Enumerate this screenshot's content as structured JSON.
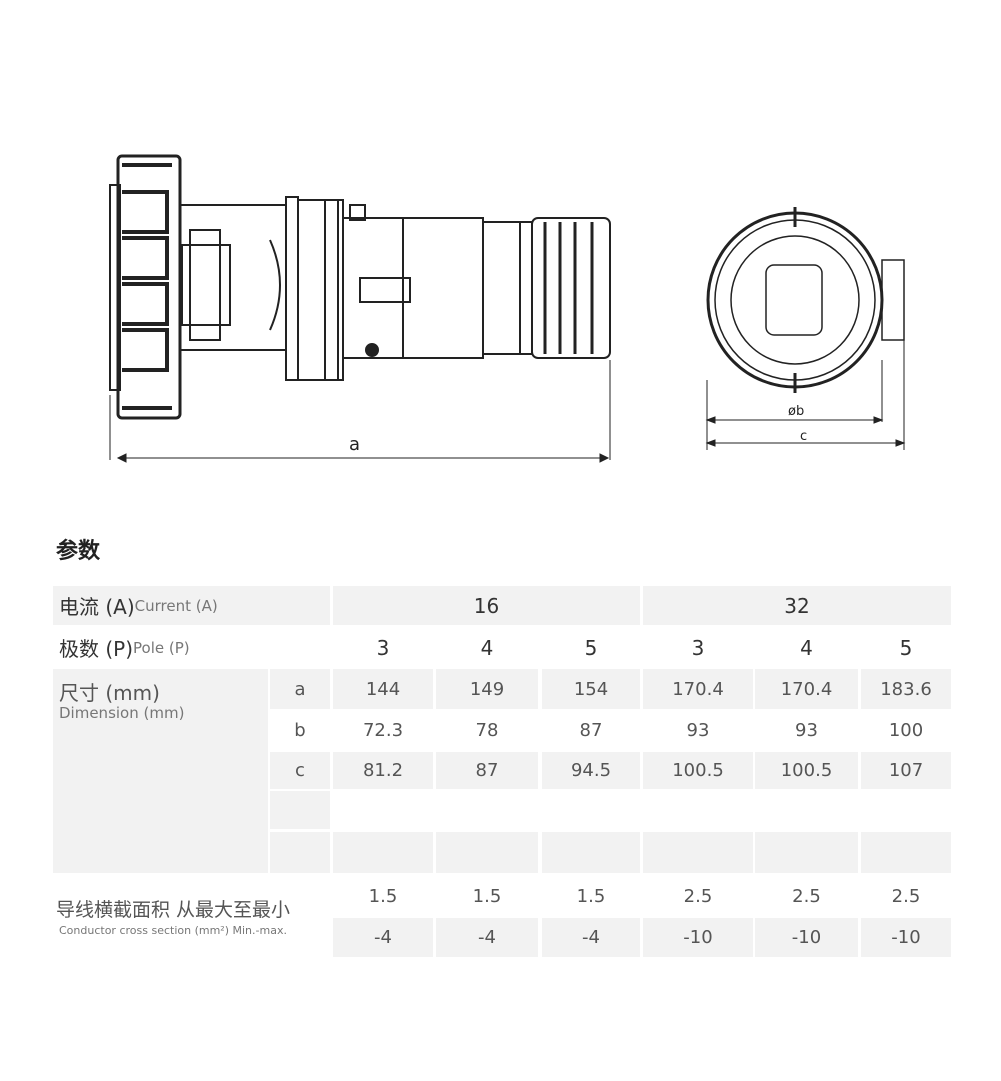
{
  "drawing": {
    "dim_a": "a",
    "dim_b": "øb",
    "dim_c": "c"
  },
  "section_title": "参数",
  "table": {
    "current_label_cn": "电流 (A)",
    "current_label_en": "Current (A)",
    "currents": [
      "16",
      "32"
    ],
    "pole_label_cn": "极数 (P)",
    "pole_label_en": "Pole (P)",
    "poles": [
      "3",
      "4",
      "5",
      "3",
      "4",
      "5"
    ],
    "dim_label_cn": "尺寸 (mm)",
    "dim_label_en": "Dimension (mm)",
    "dims": [
      {
        "key": "a",
        "values": [
          "144",
          "149",
          "154",
          "170.4",
          "170.4",
          "183.6"
        ]
      },
      {
        "key": "b",
        "values": [
          "72.3",
          "78",
          "87",
          "93",
          "93",
          "100"
        ]
      },
      {
        "key": "c",
        "values": [
          "81.2",
          "87",
          "94.5",
          "100.5",
          "100.5",
          "107"
        ]
      }
    ],
    "conductor_label_cn": "导线横截面积 从最大至最小",
    "conductor_label_en": "Conductor cross section (mm²) Min.-max.",
    "conductor_max": [
      "1.5",
      "1.5",
      "1.5",
      "2.5",
      "2.5",
      "2.5"
    ],
    "conductor_min": [
      "-4",
      "-4",
      "-4",
      "-10",
      "-10",
      "-10"
    ]
  }
}
